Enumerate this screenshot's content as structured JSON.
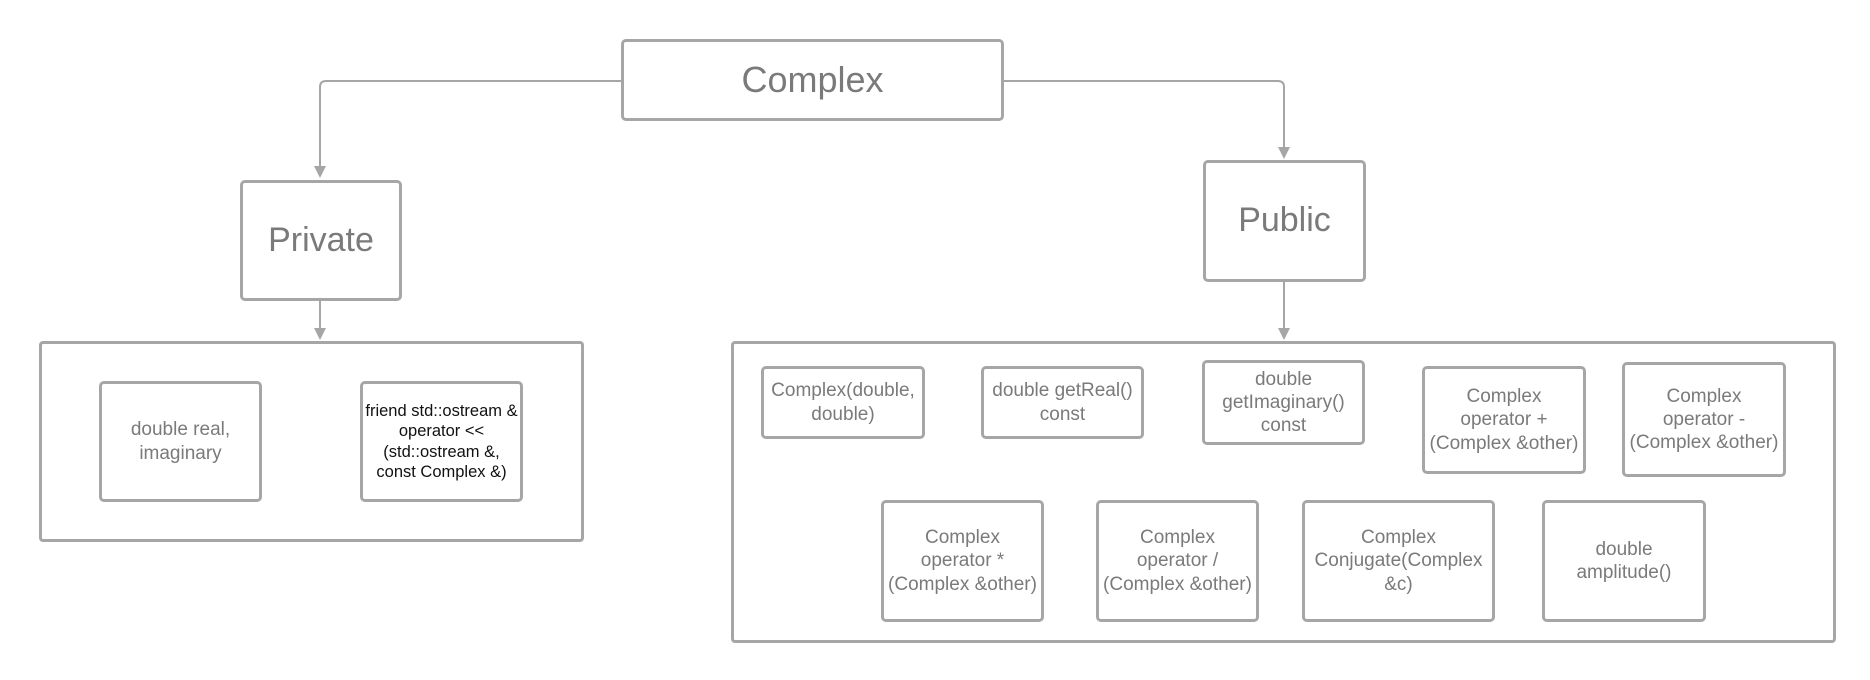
{
  "diagram": {
    "root": {
      "label": "Complex"
    },
    "private": {
      "label": "Private",
      "members": [
        {
          "label": "double real, imaginary"
        },
        {
          "label": "friend std::ostream & operator << (std::ostream &, const Complex &)"
        }
      ]
    },
    "public": {
      "label": "Public",
      "members": [
        {
          "label": "Complex(double, double)"
        },
        {
          "label": "double getReal() const"
        },
        {
          "label": "double getImaginary() const"
        },
        {
          "label": "Complex operator + (Complex &other)"
        },
        {
          "label": "Complex operator - (Complex &other)"
        },
        {
          "label": "Complex operator * (Complex &other)"
        },
        {
          "label": "Complex operator / (Complex &other)"
        },
        {
          "label": "Complex Conjugate(Complex &c)"
        },
        {
          "label": "double amplitude()"
        }
      ]
    },
    "colors": {
      "border": "#a6a6a6",
      "text": "#7a7a7a",
      "dark_text": "#111111"
    }
  }
}
